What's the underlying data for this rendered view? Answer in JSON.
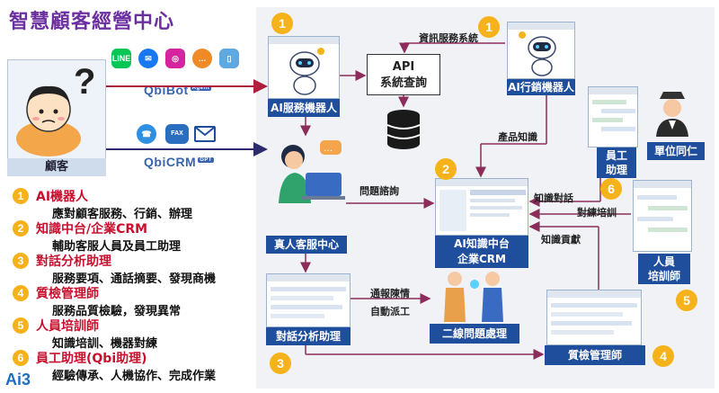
{
  "title": "智慧顧客經營中心",
  "customer": {
    "label": "顧客"
  },
  "channels": {
    "icons": [
      "line-icon",
      "messenger-icon",
      "instagram-icon",
      "chat-icon",
      "phone-app-icon"
    ],
    "line_label": "LINE",
    "phone_call_icon": "phone-icon",
    "fax_label": "FAX",
    "email_icon": "email-icon"
  },
  "brands": {
    "qbibot": "QbiBot",
    "qbibot_tag": "Agent",
    "qbicrm": "QbiCRM",
    "qbicrm_tag": "GPT",
    "ai3": "Ai3"
  },
  "nodes": {
    "ai_service_bot": "AI服務機器人",
    "api": [
      "API",
      "系統查詢"
    ],
    "ai_marketing_bot": "AI行銷機器人",
    "human_service": "真人客服中心",
    "ai_kb": [
      "AI知識中台",
      "企業CRM"
    ],
    "employee_assistant": [
      "員工",
      "助理"
    ],
    "unit_colleague": "單位同仁",
    "human_trainer": [
      "人員",
      "培訓師"
    ],
    "dialogue_analysis": "對話分析助理",
    "second_line": "二線問題處理",
    "quality_manager": "質檢管理師"
  },
  "edges": {
    "info_service_system": "資訊服務系統",
    "product_knowledge": "產品知識",
    "issue_inquiry": "問題諮詢",
    "knowledge_dialogue": "知識對話",
    "dialogue_training": "對練培訓",
    "knowledge_contribution": "知識貢獻",
    "report_issue": "通報陳情",
    "auto_dispatch": "自動派工"
  },
  "badges": {
    "ai_service_bot": "1",
    "ai_marketing_bot": "1",
    "ai_kb": "2",
    "employee_assistant": "6",
    "human_trainer": "5",
    "dialogue_analysis": "3",
    "quality_manager": "4"
  },
  "legend": [
    {
      "num": "1",
      "title": "AI機器人",
      "desc": "應對顧客服務、行銷、辦理"
    },
    {
      "num": "2",
      "title": "知識中台/企業CRM",
      "desc": "輔助客服人員及員工助理"
    },
    {
      "num": "3",
      "title": "對話分析助理",
      "desc": "服務要項、通話摘要、發現商機"
    },
    {
      "num": "4",
      "title": "質檢管理師",
      "desc": "服務品質檢驗，發現異常"
    },
    {
      "num": "5",
      "title": "人員培訓師",
      "desc": "知識培訓、機器對練"
    },
    {
      "num": "6",
      "title": "員工助理(Qbi助理)",
      "desc": "經驗傳承、人機協作、完成作業"
    }
  ],
  "colors": {
    "title": "#6b2fa0",
    "label_blue": "#1f4e9c",
    "badge": "#f6b21a",
    "legend_title": "#c8102e",
    "arrow_red": "#b0203a",
    "arrow_dark": "#2b2b6e"
  }
}
